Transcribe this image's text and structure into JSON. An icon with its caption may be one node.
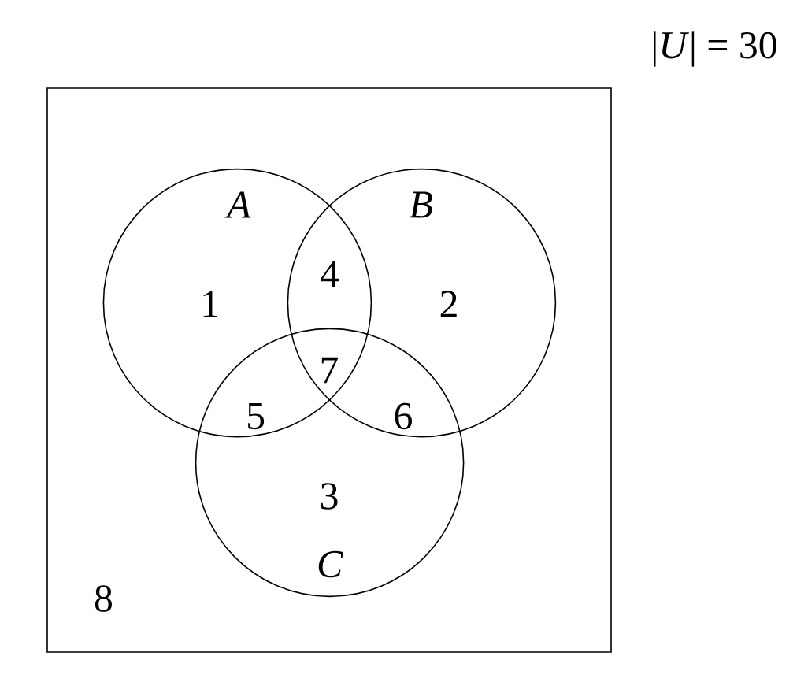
{
  "diagram": {
    "nodes": [
      {
        "text": [
          "8"
        ]
      },
      {
        "text": [
          "A",
          "1"
        ],
        "in": 0
      },
      {
        "text": [
          "B",
          "2"
        ],
        "in": 0
      },
      {
        "text": [
          "3",
          "C"
        ],
        "in": 0
      }
    ],
    "labels": [
      "|*U*| = 30",
      "4",
      "7",
      "5",
      "6"
    ]
  }
}
